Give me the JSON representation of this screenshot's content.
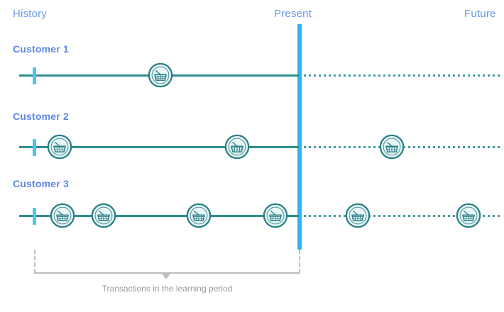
{
  "axis": {
    "history_label": "History",
    "present_label": "Present",
    "future_label": "Future",
    "label_color": "#6699ee",
    "present_line_color": "#2cb5ee",
    "history_tick_color": "#4ec3f0"
  },
  "colors": {
    "timeline_past": "#2d8e8e",
    "timeline_future": "#3f9d9d",
    "customer_label": "#5b87e8",
    "bracket": "#bdbdbd",
    "caption": "#9a9a9a",
    "basket_stroke": "#2a7f87",
    "basket_fill": "#e8f6f6"
  },
  "rows": [
    {
      "label": "Customer 1",
      "icon": "shopping-basket-icon",
      "past_transactions": [
        226
      ],
      "future_transactions": []
    },
    {
      "label": "Customer 2",
      "icon": "shopping-basket-icon",
      "past_transactions": [
        84,
        334
      ],
      "future_transactions": [
        552
      ]
    },
    {
      "label": "Customer 3",
      "icon": "shopping-basket-icon",
      "past_transactions": [
        88,
        146,
        280,
        388
      ],
      "future_transactions": [
        504,
        660
      ]
    }
  ],
  "annotation": {
    "caption": "Transactions in the learning period",
    "arrow_icon": "down-arrow-icon",
    "start_x": 48,
    "end_x": 422
  },
  "chart_data": {
    "type": "timeline",
    "title": "",
    "xlabel": "",
    "ylabel": "",
    "axis_markers": [
      "History",
      "Present",
      "Future"
    ],
    "present_x": 422,
    "series": [
      {
        "name": "Customer 1",
        "past_count": 1,
        "future_count": 0,
        "past_x": [
          226
        ],
        "future_x": []
      },
      {
        "name": "Customer 2",
        "past_count": 2,
        "future_count": 1,
        "past_x": [
          84,
          334
        ],
        "future_x": [
          552
        ]
      },
      {
        "name": "Customer 3",
        "past_count": 4,
        "future_count": 2,
        "past_x": [
          88,
          146,
          280,
          388
        ],
        "future_x": [
          504,
          660
        ]
      }
    ],
    "annotation": "Transactions in the learning period",
    "legend": "none",
    "grid": false
  }
}
